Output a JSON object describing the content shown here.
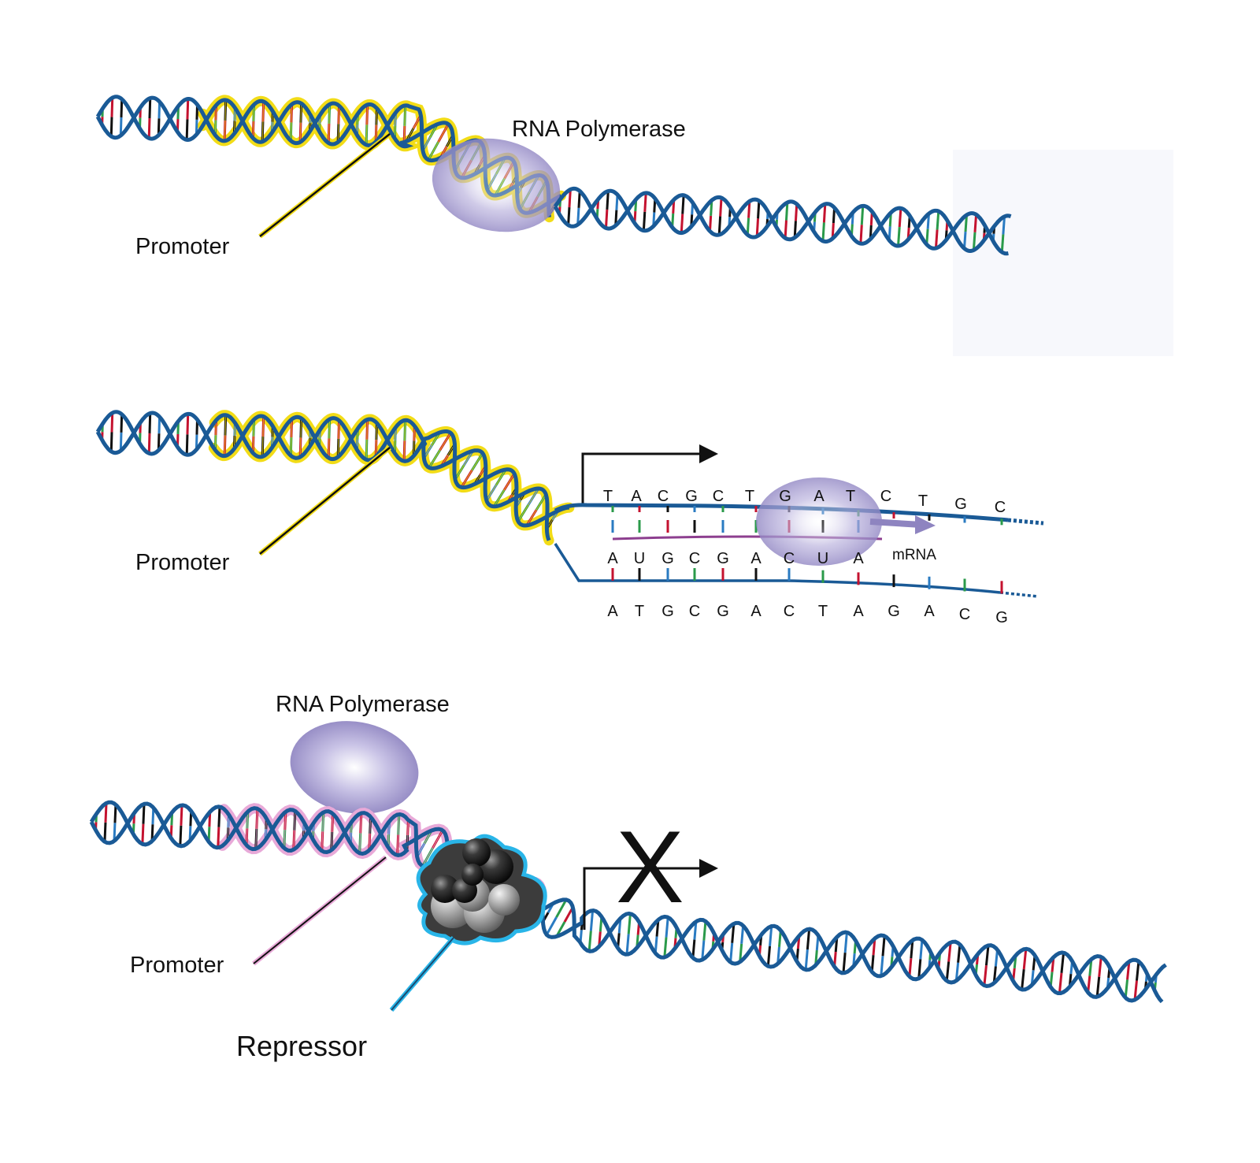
{
  "colors": {
    "backbone": "#1a5a96",
    "promoter_highlight": "#f2dc17",
    "promoter_repressed_highlight": "#e8a9d8",
    "base_red": "#c4122f",
    "base_green": "#2a9a4a",
    "base_blue": "#2a7bc2",
    "base_black": "#111111",
    "polymerase": "#a79fd0",
    "mrna": "#8d3f8f",
    "repressor": "#555555",
    "repressor_outline": "#29b5e8",
    "pointer_promoter": "#111111",
    "pointer_promoter_repressed": "#e8a9d8",
    "pointer_repressor": "#1a7aa0"
  },
  "panel1": {
    "polymerase_label": "RNA Polymerase",
    "promoter_label": "Promoter"
  },
  "panel2": {
    "promoter_label": "Promoter",
    "top_strand_bases": [
      "T",
      "A",
      "C",
      "G",
      "C",
      "T",
      "G",
      "A",
      "T",
      "C",
      "T",
      "G",
      "C"
    ],
    "mrna_bases": [
      "A",
      "U",
      "G",
      "C",
      "G",
      "A",
      "C",
      "U",
      "A"
    ],
    "mrna_label": "mRNA",
    "bottom_strand_bases": [
      "A",
      "T",
      "G",
      "C",
      "G",
      "A",
      "C",
      "T",
      "A",
      "G",
      "A",
      "C",
      "G"
    ]
  },
  "panel3": {
    "polymerase_label": "RNA Polymerase",
    "promoter_label": "Promoter",
    "repressor_label": "Repressor",
    "blocked_mark": "X"
  }
}
